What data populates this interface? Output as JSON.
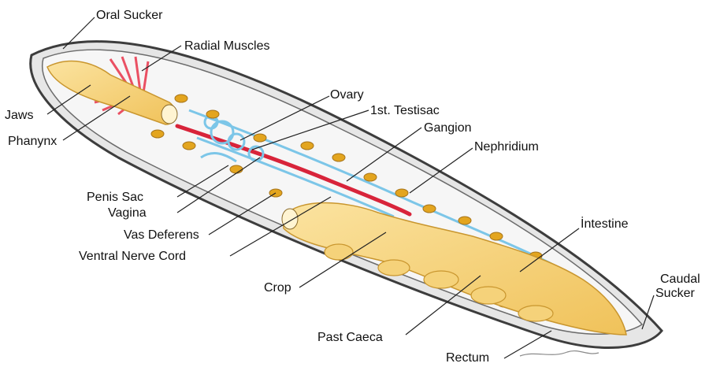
{
  "labels": {
    "oral_sucker": "Oral Sucker",
    "radial_muscles": "Radial Muscles",
    "jaws": "Jaws",
    "phanynx": "Phanynx",
    "ovary": "Ovary",
    "testisac": "1st. Testisac",
    "gangion": "Gangion",
    "nephridium": "Nephridium",
    "penis_sac": "Penis Sac",
    "vagina": "Vagina",
    "vas_deferens": "Vas Deferens",
    "ventral_nerve_cord": "Ventral Nerve Cord",
    "crop": "Crop",
    "intestine": "İntestine",
    "caudal_sucker_1": "Caudal",
    "caudal_sucker_2": "Sucker",
    "past_caeca": "Past Caeca",
    "rectum": "Rectum"
  },
  "colors": {
    "body_outline": "#4a4a4a",
    "body_fill": "#f2f2f2",
    "gut": "#f5d27a",
    "gut_edge": "#d9a63a",
    "muscle": "#e8344a",
    "nerve": "#7cc6e8",
    "ganglion": "#e3a51f",
    "vessel": "#d8243a",
    "leader": "#222222"
  }
}
